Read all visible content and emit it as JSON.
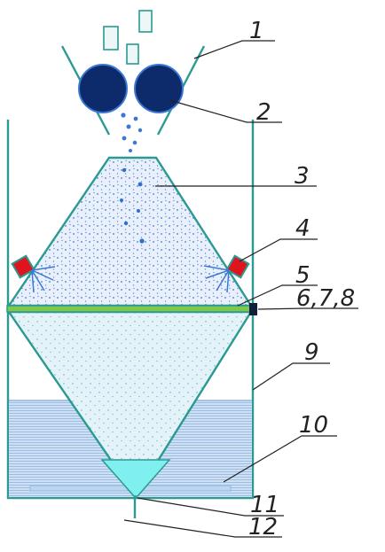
{
  "colors": {
    "outline": "#2a9a92",
    "roller": "#0d2a6b",
    "powder": "#3a78d4",
    "upper_fill": "#e9f0fb",
    "lower_fill": "#e3f3f7",
    "water": "#cfe0f2",
    "water_line": "#8fb5e3",
    "plate": "#7dc74a",
    "heater": "#e0141e",
    "nozzle": "#7fefef",
    "leader": "#222222"
  },
  "icons": [
    "particle-rect",
    "roller-circle",
    "heater-square",
    "nozzle-funnel"
  ],
  "callouts": {
    "c1": "1",
    "c2": "2",
    "c3": "3",
    "c4": "4",
    "c5": "5",
    "c6": "6,7,8",
    "c9": "9",
    "c10": "10",
    "c11": "11",
    "c12": "12"
  }
}
